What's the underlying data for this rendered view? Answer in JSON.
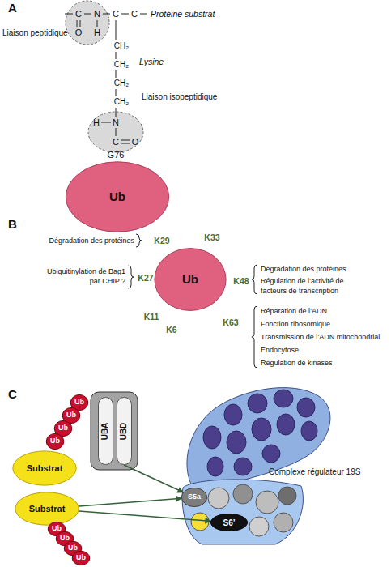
{
  "diagram": {
    "nodes": [
      {
        "text": [
          "Ub"
        ]
      },
      {
        "text": [
          "Ub"
        ]
      },
      {
        "text": [
          "Ub"
        ]
      },
      {
        "text": [
          "Ub"
        ]
      },
      {
        "text": [
          "Ub"
        ]
      },
      {
        "text": [
          "Ub"
        ]
      },
      {
        "text": [
          "UBA"
        ]
      },
      {
        "text": [
          "UBD"
        ]
      },
      {
        "text": [
          "Substrat"
        ]
      },
      {
        "text": [
          "S5a"
        ]
      },
      {
        "text": [
          "S6’"
        ]
      },
      {
        "text": [
          "Substrat"
        ]
      },
      {
        "text": [
          "Ub"
        ]
      },
      {
        "text": [
          "Ub"
        ]
      },
      {
        "text": [
          "Ub"
        ]
      },
      {
        "text": [
          "Ub"
        ]
      }
    ],
    "edges": [
      {
        "from": 7,
        "to": 9,
        "arrow": "to"
      },
      {
        "from": 11,
        "to": 9,
        "arrow": "to"
      },
      {
        "from": 11,
        "to": 10,
        "arrow": "to"
      }
    ],
    "labels": [
      "A",
      "C",
      "N",
      "C",
      "C",
      "O",
      "H",
      "Protéine substrat",
      "Liaison peptidique",
      "Lysine",
      "CH₂",
      "CH₂",
      "CH₂",
      "CH₂",
      "Liaison isopeptidique",
      "H",
      "N",
      "C",
      "O",
      "G76",
      "B",
      "Dégradation des protéines",
      "Ubiquitinylation de Bag1 par CHIP ?",
      "K29",
      "K33",
      "K27",
      "K48",
      "K11",
      "K6",
      "K63",
      "Dégradation des protéines",
      "Régulation de l’activité de facteurs de transcription",
      "Réparation de l’ADN",
      "Fonction ribosomique",
      "Transmission de l’ADN mitochondrial",
      "Endocytose",
      "Régulation de kinases",
      "C",
      "Complexe régulateur 19S"
    ]
  }
}
